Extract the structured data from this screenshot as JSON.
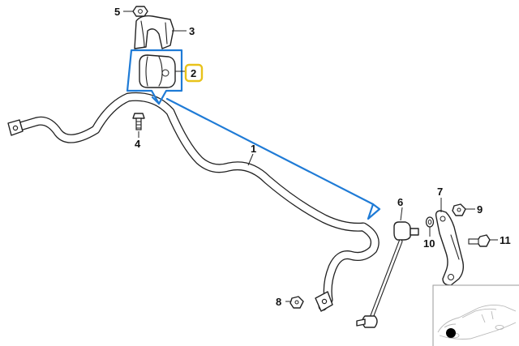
{
  "colors": {
    "highlight": "#1f7bd6",
    "badge_border": "#e8c21a",
    "ink": "#222222",
    "thumb_border": "#9a9a9a"
  },
  "callouts": [
    {
      "id": "1",
      "label": "1"
    },
    {
      "id": "2",
      "label": "2",
      "selected": true
    },
    {
      "id": "3",
      "label": "3"
    },
    {
      "id": "4",
      "label": "4"
    },
    {
      "id": "5",
      "label": "5"
    },
    {
      "id": "6",
      "label": "6"
    },
    {
      "id": "7",
      "label": "7"
    },
    {
      "id": "8",
      "label": "8"
    },
    {
      "id": "9",
      "label": "9"
    },
    {
      "id": "10",
      "label": "10"
    },
    {
      "id": "11",
      "label": "11"
    }
  ],
  "thumbnail_icon": "car-silhouette-icon"
}
